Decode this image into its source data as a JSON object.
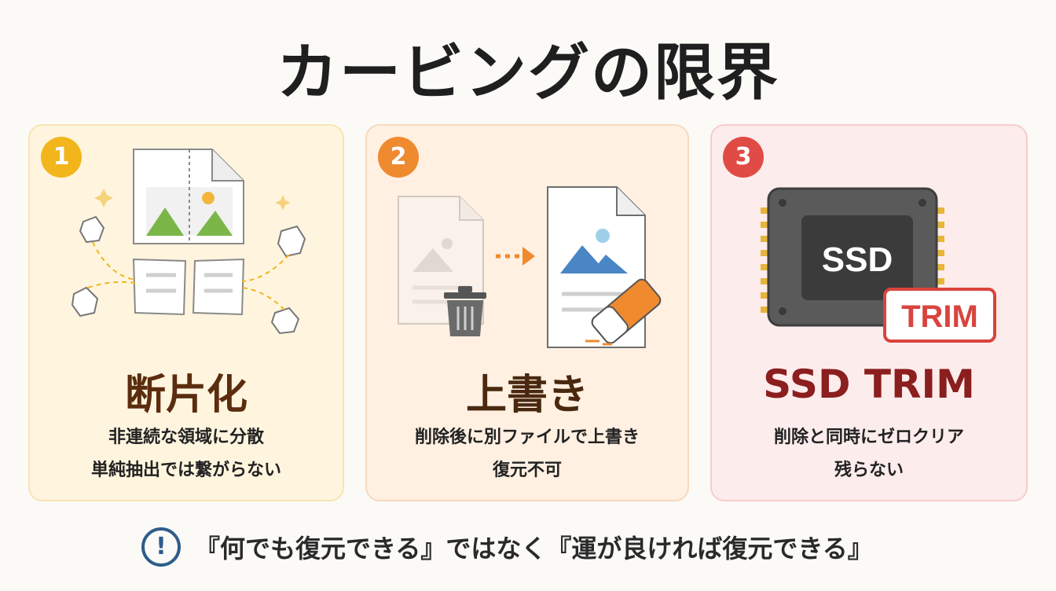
{
  "title": "カービングの限界",
  "cards": [
    {
      "number": "1",
      "heading": "断片化",
      "line1": "非連続な領域に分散",
      "line2": "単純抽出では繋がらない",
      "accent": "#f2b51c"
    },
    {
      "number": "2",
      "heading": "上書き",
      "line1": "削除後に別ファイルで上書き",
      "line2": "復元不可",
      "accent": "#ef8a2f"
    },
    {
      "number": "3",
      "heading": "SSD TRIM",
      "line1": "削除と同時にゼロクリア",
      "line2": "残らない",
      "accent": "#e04b45",
      "chip_label": "SSD",
      "trim_label": "TRIM"
    }
  ],
  "footer": {
    "icon": "exclamation-icon",
    "message": "『何でも復元できる』ではなく『運が良ければ復元できる』"
  }
}
